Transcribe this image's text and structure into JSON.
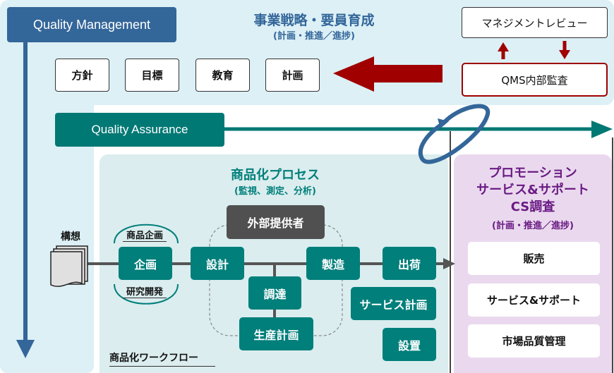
{
  "quality_management": {
    "label": "Quality Management",
    "strategy_title": "事業戦略・要員育成",
    "strategy_subtitle": "(計画・推進／進捗)",
    "items": [
      {
        "label": "方針"
      },
      {
        "label": "目標"
      },
      {
        "label": "教育"
      },
      {
        "label": "計画"
      }
    ],
    "management_review": "マネジメントレビュー",
    "internal_audit": "QMS内部監査"
  },
  "quality_assurance": {
    "label": "Quality Assurance"
  },
  "commercialization": {
    "title": "商品化プロセス",
    "subtitle": "(監視、測定、分析)",
    "concept_label": "構想",
    "product_planning": "商品企画",
    "research_development": "研究開発",
    "workflow_label": "商品化ワークフロー",
    "steps": {
      "planning": "企画",
      "design": "設計",
      "external_supplier": "外部提供者",
      "procurement": "調達",
      "production_planning": "生産計画",
      "manufacturing": "製造",
      "shipping": "出荷",
      "service_planning": "サービス計画",
      "installation": "設置"
    }
  },
  "promotion": {
    "title_line1": "プロモーション",
    "title_line2": "サービス&サポート",
    "title_line3": "CS調査",
    "subtitle": "(計画・推進／進捗)",
    "items": [
      {
        "label": "販売"
      },
      {
        "label": "サービス&サポート"
      },
      {
        "label": "市場品質管理"
      }
    ]
  },
  "colors": {
    "qm_blue": "#336699",
    "qa_teal": "#007874",
    "process_teal": "#007f7b",
    "audit_red": "#a00000",
    "promo_purple": "#6a1b84"
  }
}
